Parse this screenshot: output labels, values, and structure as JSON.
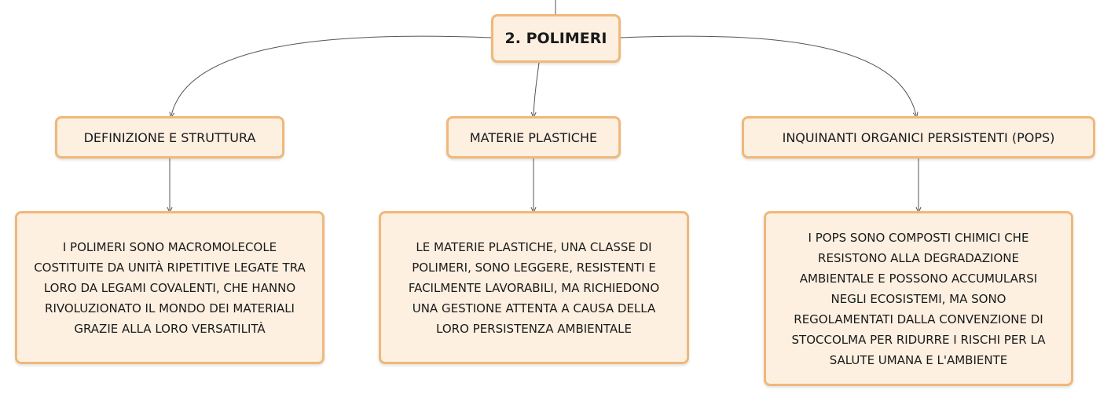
{
  "root": {
    "label": "2. POLIMERI"
  },
  "topics": [
    {
      "label": "DEFINIZIONE E STRUTTURA",
      "description": "I POLIMERI SONO MACROMOLECOLE COSTITUITE DA UNITÀ RIPETITIVE LEGATE TRA LORO DA LEGAMI COVALENTI, CHE HANNO RIVOLUZIONATO IL MONDO DEI MATERIALI GRAZIE ALLA LORO VERSATILITÀ"
    },
    {
      "label": "MATERIE PLASTICHE",
      "description": "LE MATERIE PLASTICHE, UNA CLASSE DI POLIMERI, SONO LEGGERE, RESISTENTI E FACILMENTE LAVORABILI, MA RICHIEDONO UNA GESTIONE ATTENTA A CAUSA DELLA LORO PERSISTENZA AMBIENTALE"
    },
    {
      "label": "INQUINANTI ORGANICI PERSISTENTI (POPS)",
      "description": "I POPS SONO COMPOSTI CHIMICI CHE RESISTONO ALLA DEGRADAZIONE AMBIENTALE E POSSONO ACCUMULARSI NEGLI ECOSISTEMI, MA SONO REGOLAMENTATI DALLA CONVENZIONE DI STOCCOLMA PER RIDURRE I RISCHI PER LA SALUTE UMANA E L'AMBIENTE"
    }
  ],
  "colors": {
    "node_fill": "#fdf0e1",
    "node_border": "#f0b87a",
    "connector": "#555555"
  }
}
